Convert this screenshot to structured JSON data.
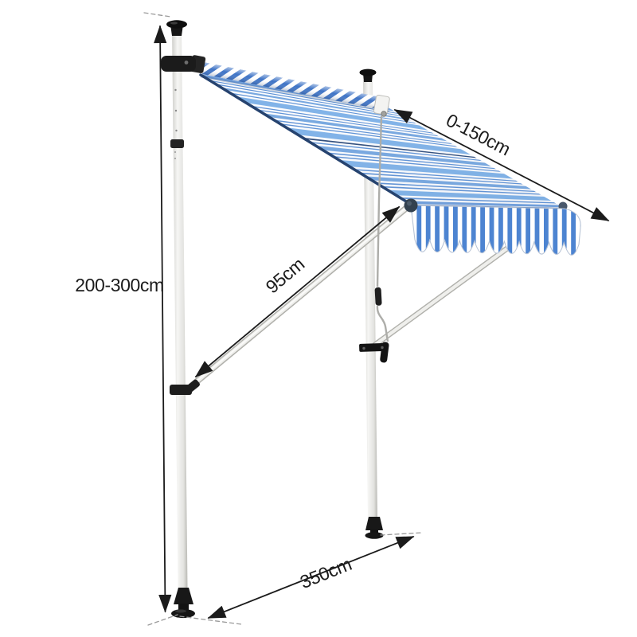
{
  "figure": {
    "type": "product-dimension-diagram",
    "background": "#ffffff"
  },
  "dimensions": {
    "height_label": "200-300cm",
    "projection_label": "0-150cm",
    "arm_label": "95cm",
    "width_label": "350cm"
  },
  "colors": {
    "canopy_stripe_thin": "#5e92d6",
    "canopy_stripe_medium": "#76a7e0",
    "canopy_stripe_wide": "#7fb2e8",
    "canopy_stripe_navy": "#2c4a79",
    "canopy_stripe_accent": "#6f9fdd",
    "canopy_edge_navy": "#26436f",
    "valance_stripe_blue": "#4d84d1",
    "roller_stripe_blue": "#3f74c6",
    "frame_white": "#efefec",
    "frame_shade": "#b0b0ab",
    "fitting_black": "#1a1a1a",
    "dimension_line": "#1b1b1b",
    "leader_dash_gray": "#9a9a9a"
  }
}
